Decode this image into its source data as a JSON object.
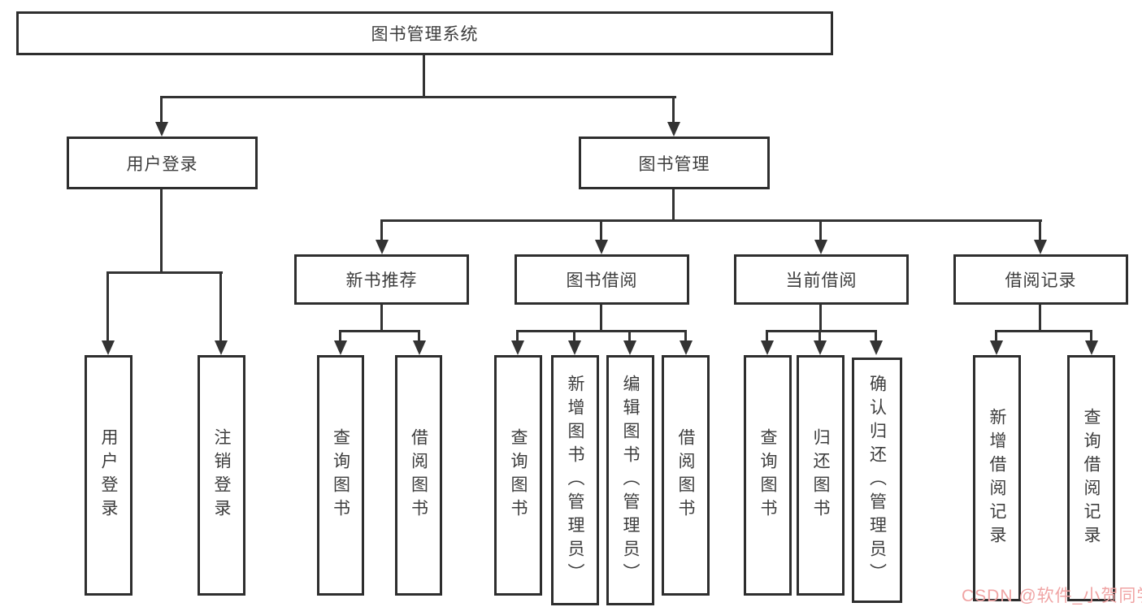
{
  "nodes": {
    "root": {
      "label": "图书管理系统"
    },
    "user_login": {
      "label": "用户登录"
    },
    "book_mgmt": {
      "label": "图书管理"
    },
    "new_book_rec": {
      "label": "新书推荐"
    },
    "book_borrow": {
      "label": "图书借阅"
    },
    "current_borrow": {
      "label": "当前借阅"
    },
    "borrow_record": {
      "label": "借阅记录"
    },
    "leaf_user_login": {
      "label": "用户登录"
    },
    "leaf_logout": {
      "label": "注销登录"
    },
    "leaf_query_book_1": {
      "label": "查询图书"
    },
    "leaf_borrow_book_1": {
      "label": "借阅图书"
    },
    "leaf_query_book_2": {
      "label": "查询图书"
    },
    "leaf_add_book": {
      "label": "新增图书（管理员）"
    },
    "leaf_edit_book": {
      "label": "编辑图书（管理员）"
    },
    "leaf_borrow_book_2": {
      "label": "借阅图书"
    },
    "leaf_query_book_3": {
      "label": "查询图书"
    },
    "leaf_return_book": {
      "label": "归还图书"
    },
    "leaf_confirm_return": {
      "label": "确认归还（管理员）"
    },
    "leaf_add_record": {
      "label": "新增借阅记录"
    },
    "leaf_query_record": {
      "label": "查询借阅记录"
    }
  },
  "watermark": {
    "text": "CSDN @软件_小贺同学"
  },
  "colors": {
    "line": "#333333",
    "box_border": "#2e2e2e",
    "text": "#3d3d3d",
    "watermark": "#f0a4a4",
    "background": "#ffffff"
  }
}
